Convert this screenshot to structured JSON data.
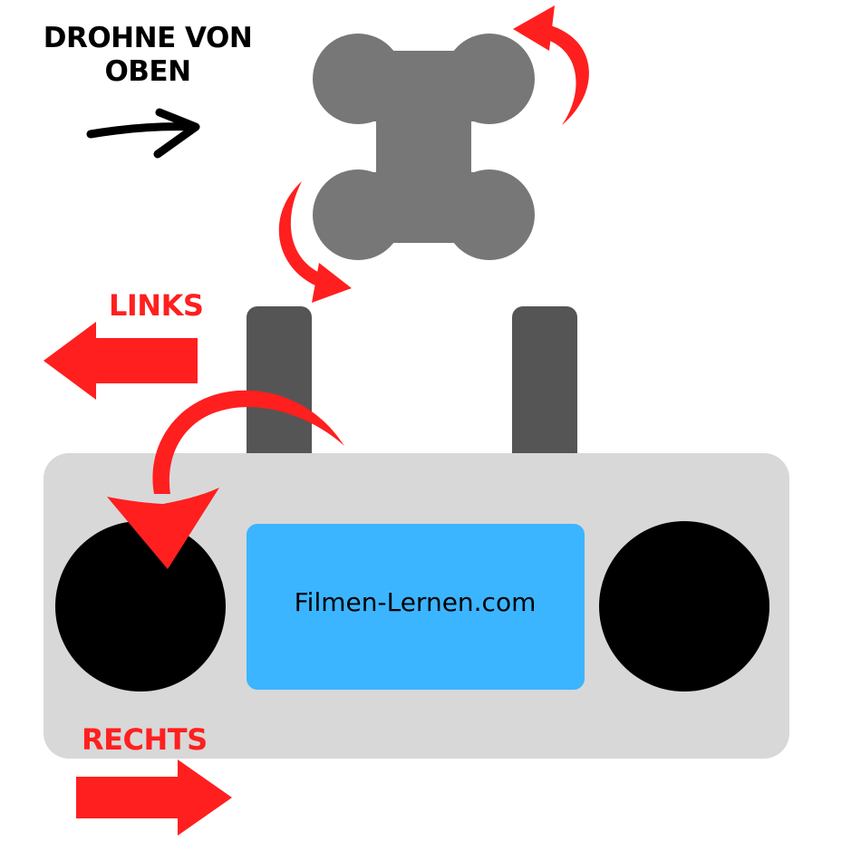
{
  "title": {
    "line1": "DROHNE VON",
    "line2": "OBEN"
  },
  "labels": {
    "left": "LINKS",
    "right": "RECHTS"
  },
  "screen": {
    "text": "Filmen-Lernen.com"
  },
  "colors": {
    "drone": "#777777",
    "antenna": "#555555",
    "controller_body": "#d8d8d8",
    "screen": "#3bb5ff",
    "stick": "#000000",
    "accent_red": "#ff1f1f",
    "ink": "#000000"
  },
  "icons": [
    "right-arrow-icon",
    "left-arrow-icon",
    "rotation-arrow-icon"
  ]
}
